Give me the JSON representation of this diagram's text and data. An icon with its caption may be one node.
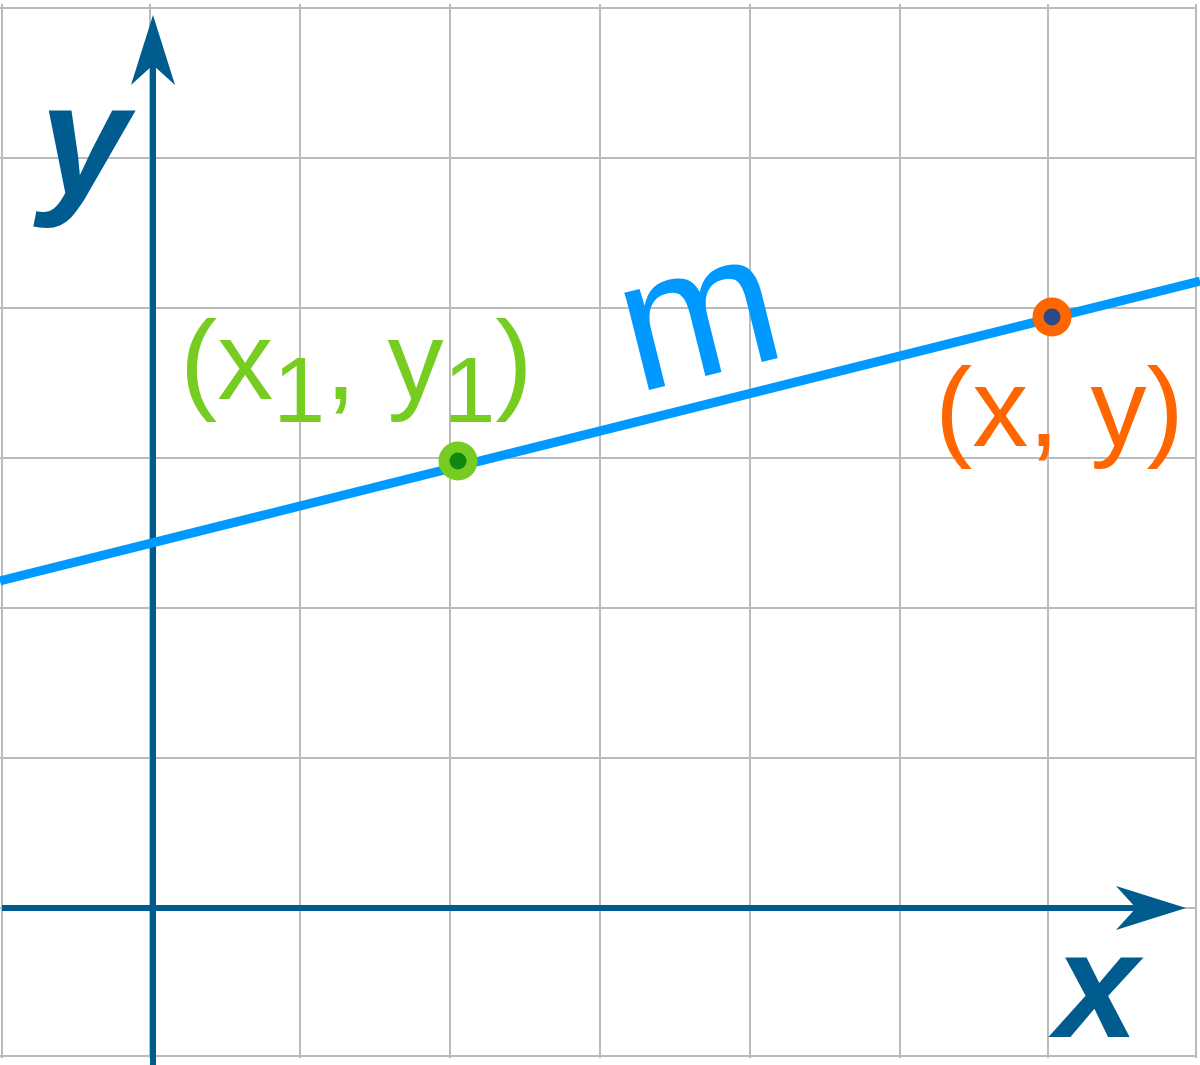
{
  "diagram": {
    "nodes": [
      {
        "text": [],
        "shape": "circle",
        "beside": [
          "(x$_{1}$, y$_{1}$)"
        ]
      },
      {
        "text": [],
        "shape": "circle",
        "beside": [
          "(x, y)"
        ]
      }
    ],
    "labels": [
      "y",
      "m",
      "x"
    ]
  }
}
